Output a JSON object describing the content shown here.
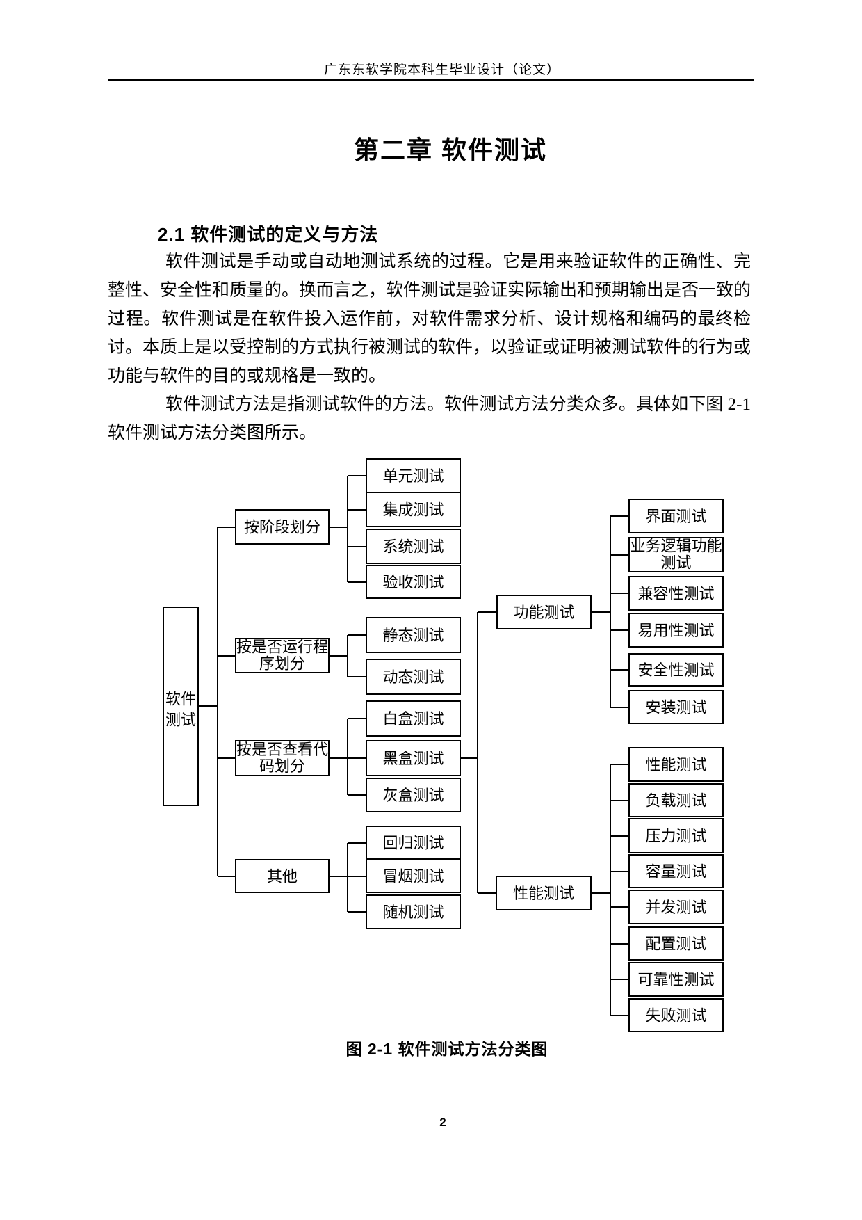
{
  "page": {
    "header": "广东东软学院本科生毕业设计（论文）",
    "page_number": "2"
  },
  "chapter": {
    "title": "第二章 软件测试"
  },
  "section": {
    "heading": "2.1 软件测试的定义与方法",
    "paragraphs": [
      "软件测试是手动或自动地测试系统的过程。它是用来验证软件的正确性、完整性、安全性和质量的。换而言之，软件测试是验证实际输出和预期输出是否一致的过程。软件测试是在软件投入运作前，对软件需求分析、设计规格和编码的最终检讨。本质上是以受控制的方式执行被测试的软件，以验证或证明被测试软件的行为或功能与软件的目的或规格是一致的。",
      "软件测试方法是指测试软件的方法。软件测试方法分类众多。具体如下图 2-1 软件测试方法分类图所示。"
    ]
  },
  "figure": {
    "caption": "图 2-1  软件测试方法分类图",
    "diagram": {
      "root": "软件测试",
      "left_branches": [
        {
          "category": "按阶段划分",
          "children": [
            "单元测试",
            "集成测试",
            "系统测试",
            "验收测试"
          ]
        },
        {
          "category": "按是否运行程序划分",
          "children": [
            "静态测试",
            "动态测试"
          ]
        },
        {
          "category": "按是否查看代码划分",
          "children": [
            "白盒测试",
            "黑盒测试",
            "灰盒测试"
          ]
        },
        {
          "category": "其他",
          "children": [
            "回归测试",
            "冒烟测试",
            "随机测试"
          ]
        }
      ],
      "right_branches": [
        {
          "category": "功能测试",
          "children": [
            "界面测试",
            "业务逻辑功能测试",
            "兼容性测试",
            "易用性测试",
            "安全性测试",
            "安装测试"
          ]
        },
        {
          "category": "性能测试",
          "children": [
            "性能测试",
            "负载测试",
            "压力测试",
            "容量测试",
            "并发测试",
            "配置测试",
            "可靠性测试",
            "失败测试"
          ]
        }
      ]
    }
  }
}
